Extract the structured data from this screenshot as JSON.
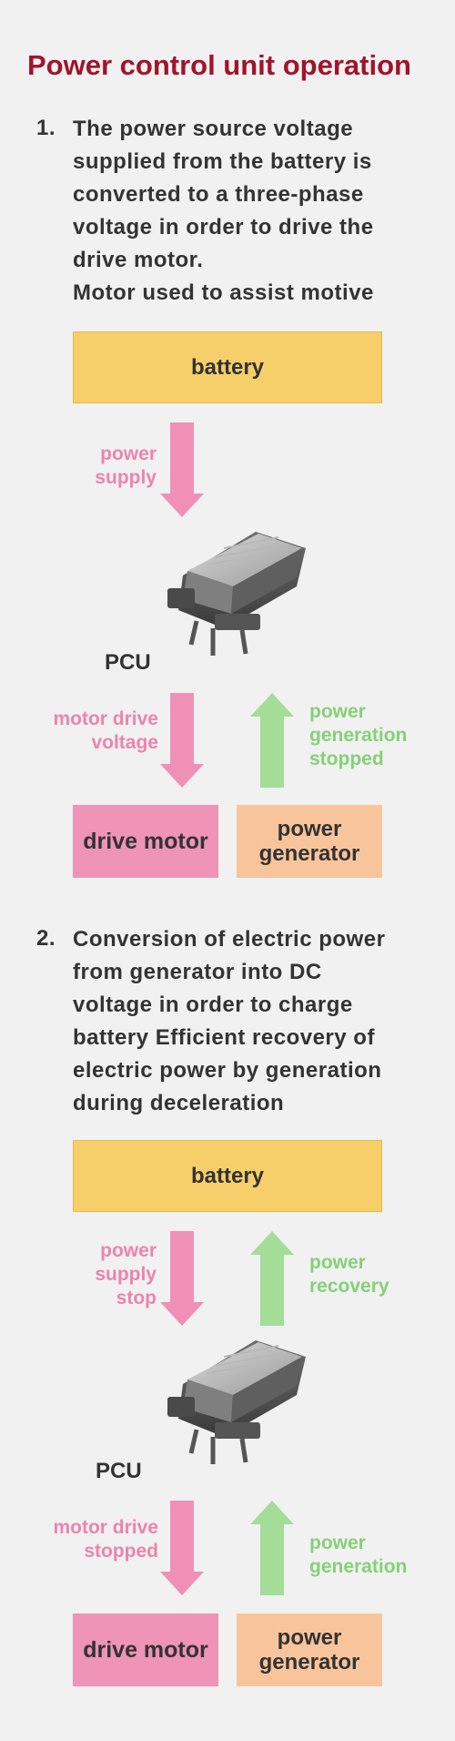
{
  "title": "Power control unit operation",
  "colors": {
    "title": "#a0142c",
    "battery": "#f6cf6a",
    "drive_motor": "#ef93b7",
    "generator": "#f8c49c",
    "pink_arrow": "#f090b6",
    "green_arrow": "#a3dd98"
  },
  "sections": [
    {
      "number": "1.",
      "lines": [
        "The power source voltage",
        "supplied from the battery is",
        "converted to a three-phase",
        "voltage in order to drive the",
        "drive motor.",
        "Motor used to assist motive"
      ],
      "battery": "battery",
      "top_left_arrow": [
        "power",
        "supply"
      ],
      "pcu": "PCU",
      "bottom_left_arrow": [
        "motor drive",
        "voltage"
      ],
      "bottom_right_arrow": [
        "power",
        "generation",
        "stopped"
      ],
      "drive_motor": "drive motor",
      "generator": [
        "power",
        "generator"
      ]
    },
    {
      "number": "2.",
      "lines": [
        "Conversion of electric power",
        "from generator into DC",
        "voltage in order to charge",
        "battery Efficient recovery of",
        "electric power by generation",
        "during deceleration"
      ],
      "battery": "battery",
      "top_left_arrow": [
        "power",
        "supply",
        "stop"
      ],
      "top_right_arrow": [
        "power",
        "recovery"
      ],
      "pcu": "PCU",
      "bottom_left_arrow": [
        "motor drive",
        "stopped"
      ],
      "bottom_right_arrow": [
        "power",
        "generation"
      ],
      "drive_motor": "drive motor",
      "generator": [
        "power",
        "generator"
      ]
    }
  ]
}
